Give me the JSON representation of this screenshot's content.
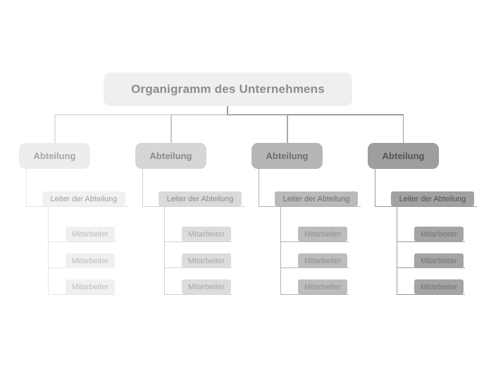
{
  "title": "Organigramm des Unternehmens",
  "title_box": {
    "fill": "#efefef",
    "text_color": "#8b8b8b"
  },
  "connector": {
    "stub_color": "#9a9a9a"
  },
  "departments": [
    {
      "label": "Abteilung",
      "leader": "Leiter der Abteilung",
      "employees": [
        "Mitarbeiter",
        "Mitarbeiter",
        "Mitarbeiter"
      ],
      "colors": {
        "node": "#ededed",
        "node_text": "#a6a6a6",
        "sub": "#f1f1f1",
        "sub_text": "#9f9f9f",
        "emp": "#f0f0f0",
        "emp_text": "#bdbdbd",
        "line": "#e7e7e7",
        "top_line": "#e3e3e3",
        "top_drop": "#e3e3e3"
      }
    },
    {
      "label": "Abteilung",
      "leader": "Leiter der Abteilung",
      "employees": [
        "Mitarbeiter",
        "Mitarbeiter",
        "Mitarbeiter"
      ],
      "colors": {
        "node": "#d6d6d6",
        "node_text": "#8a8a8a",
        "sub": "#dadada",
        "sub_text": "#8d8d8d",
        "emp": "#dcdcdc",
        "emp_text": "#a9a9a9",
        "line": "#d2d2d2",
        "top_line": "#d3d3d3",
        "top_drop": "#c9c9c9"
      }
    },
    {
      "label": "Abteilung",
      "leader": "Leiter der Abteilung",
      "employees": [
        "Mitarbeiter",
        "Mitarbeiter",
        "Mitarbeiter"
      ],
      "colors": {
        "node": "#b6b6b6",
        "node_text": "#6e6e6e",
        "sub": "#bababa",
        "sub_text": "#6f6f6f",
        "emp": "#bcbcbc",
        "emp_text": "#8e8e8e",
        "line": "#b3b3b3",
        "top_line": "#ababab",
        "top_drop": "#a9a9a9"
      }
    },
    {
      "label": "Abteilung",
      "leader": "Leiter der Abteilung",
      "employees": [
        "Mitarbeiter",
        "Mitarbeiter",
        "Mitarbeiter"
      ],
      "colors": {
        "node": "#9e9e9e",
        "node_text": "#545454",
        "sub": "#a2a2a2",
        "sub_text": "#515151",
        "emp": "#a4a4a4",
        "emp_text": "#747474",
        "line": "#9b9b9b",
        "top_line": "#9d9d9d",
        "top_drop": "#9c9c9c"
      }
    }
  ]
}
